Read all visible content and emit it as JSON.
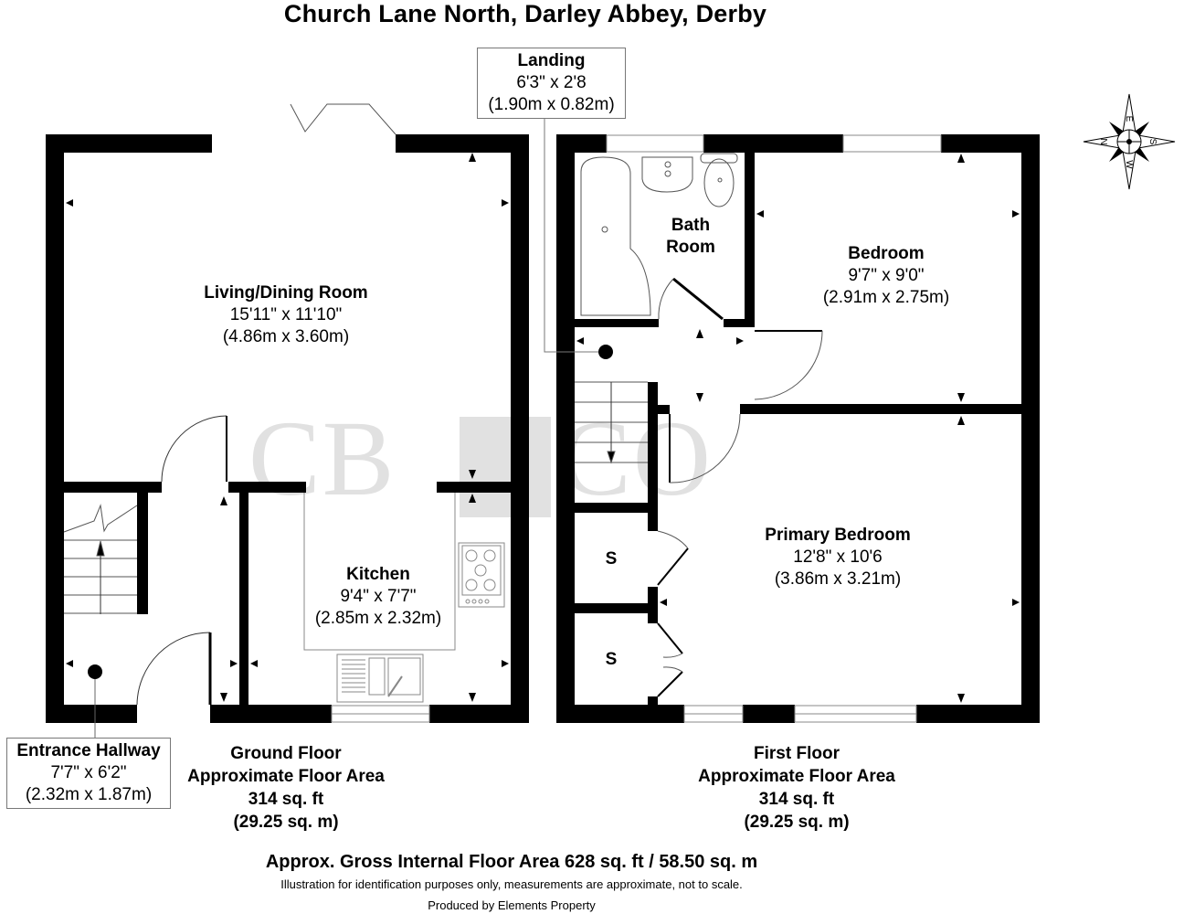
{
  "title": "Church Lane North, Darley Abbey, Derby",
  "watermark": {
    "left": "CB",
    "right": "CO",
    "color": "#e1e1e1"
  },
  "compass": {
    "labels": [
      "E",
      "S",
      "W",
      "N"
    ],
    "icon": "compass-rose-icon"
  },
  "rooms": {
    "living": {
      "name": "Living/Dining Room",
      "imperial": "15'11\" x 11'10\"",
      "metric": "(4.86m x 3.60m)"
    },
    "kitchen": {
      "name": "Kitchen",
      "imperial": "9'4\" x 7'7\"",
      "metric": "(2.85m x 2.32m)"
    },
    "hallway": {
      "name": "Entrance Hallway",
      "imperial": "7'7\" x 6'2\"",
      "metric": "(2.32m x 1.87m)"
    },
    "landing": {
      "name": "Landing",
      "imperial": "6'3\" x 2'8",
      "metric": "(1.90m x 0.82m)"
    },
    "bathroom": {
      "name_line1": "Bath",
      "name_line2": "Room"
    },
    "bedroom": {
      "name": "Bedroom",
      "imperial": "9'7\" x 9'0\"",
      "metric": "(2.91m x 2.75m)"
    },
    "primary_bedroom": {
      "name": "Primary Bedroom",
      "imperial": "12'8\" x 10'6",
      "metric": "(3.86m x 3.21m)"
    },
    "storage1": {
      "name": "S"
    },
    "storage2": {
      "name": "S"
    }
  },
  "floors": {
    "ground": {
      "name": "Ground Floor",
      "label": "Approximate Floor Area",
      "sqft": "314 sq. ft",
      "sqm": "(29.25 sq. m)"
    },
    "first": {
      "name": "First Floor",
      "label": "Approximate Floor Area",
      "sqft": "314 sq. ft",
      "sqm": "(29.25 sq. m)"
    }
  },
  "footer": {
    "gross_area": "Approx. Gross Internal Floor Area 628 sq. ft / 58.50 sq. m",
    "disclaimer": "Illustration for identification purposes only, measurements are approximate, not to scale.",
    "producer": "Produced by Elements Property"
  }
}
